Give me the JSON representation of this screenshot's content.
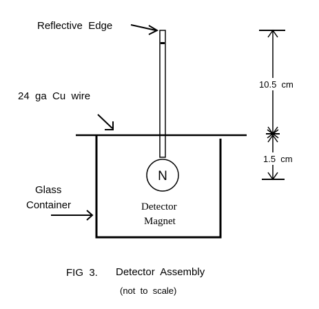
{
  "labels": {
    "reflective_edge": "Reflective  Edge",
    "wire": "24  ga  Cu  wire",
    "glass_line1": "Glass",
    "glass_line2": "Container",
    "detector_line1": "Detector",
    "detector_line2": "Magnet",
    "magnet_pole": "N",
    "dim_upper": "10.5  cm",
    "dim_lower": "1.5  cm",
    "fig_number": "FIG  3.",
    "fig_title": "Detector  Assembly",
    "fig_note": "(not  to  scale)"
  }
}
